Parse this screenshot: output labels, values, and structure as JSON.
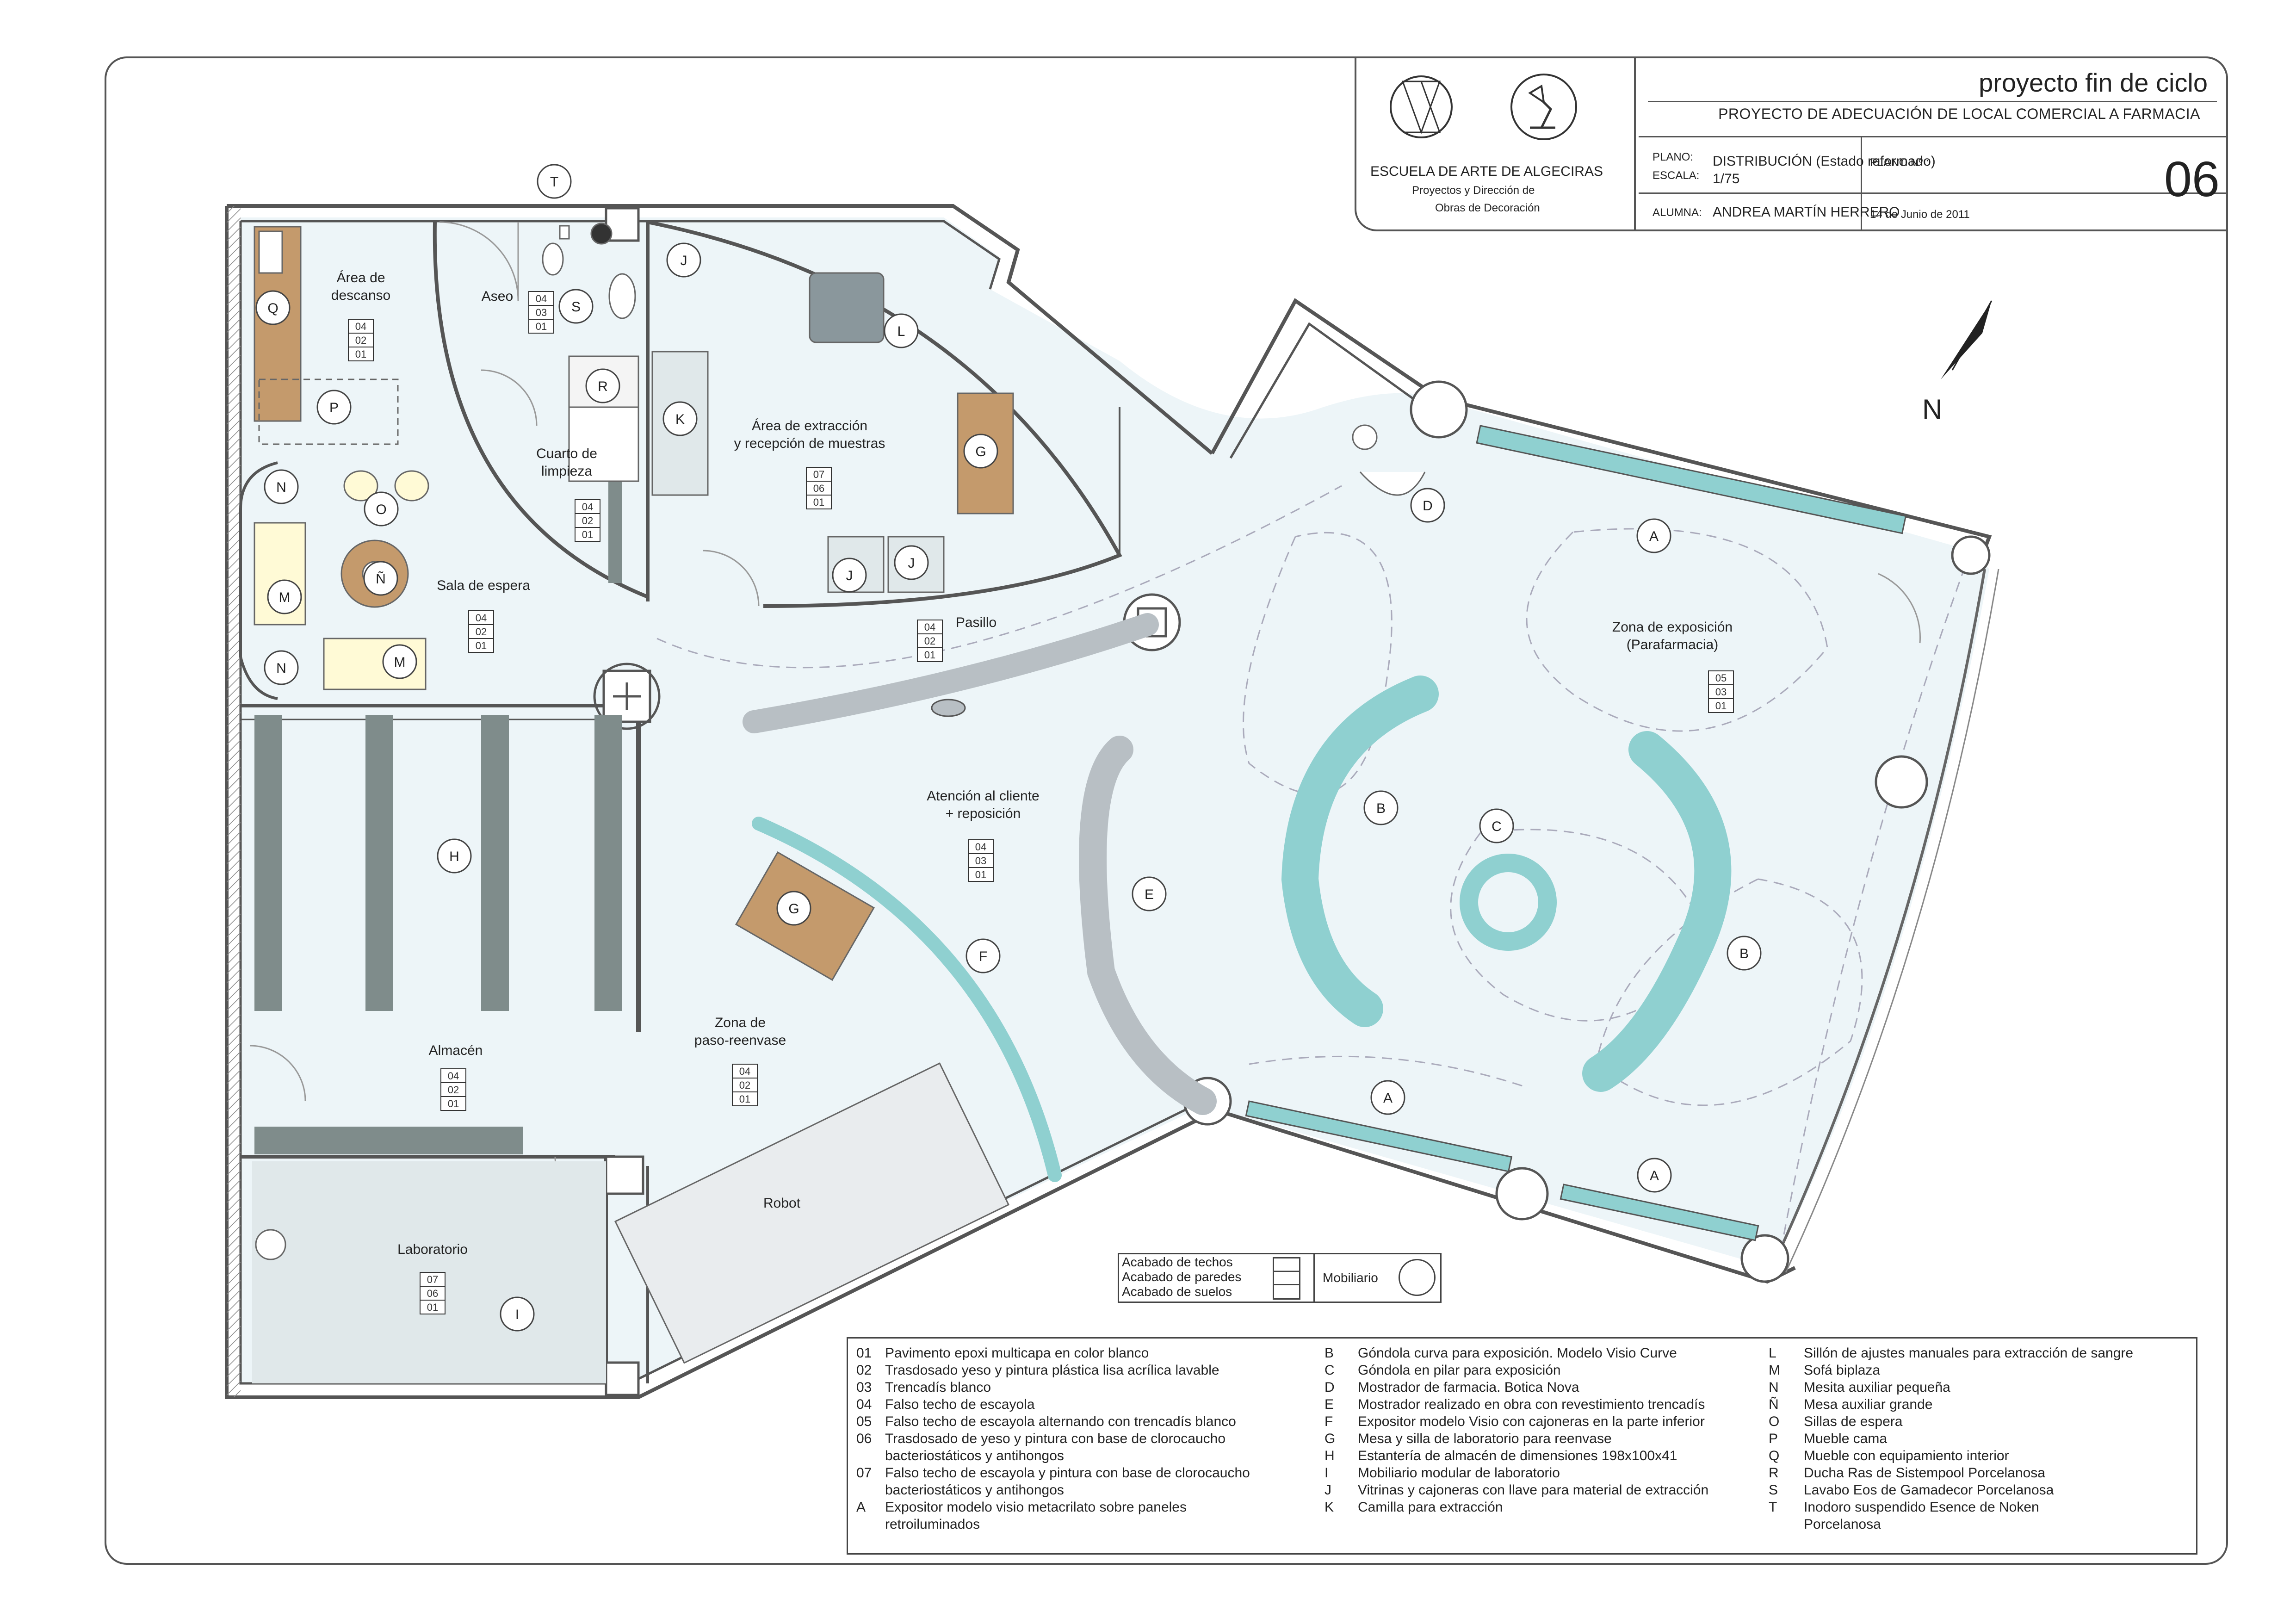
{
  "titleblock": {
    "project_title": "proyecto fin de ciclo",
    "project_subtitle": "PROYECTO DE ADECUACIÓN DE LOCAL COMERCIAL A FARMACIA",
    "school_name": "ESCUELA DE ARTE DE ALGECIRAS",
    "school_line2": "Proyectos y Dirección de",
    "school_line3": "Obras de Decoración",
    "plano_label": "PLANO:",
    "plano_value": "DISTRIBUCIÓN (Estado reformado)",
    "escala_label": "ESCALA:",
    "escala_value": "1/75",
    "alumna_label": "ALUMNA:",
    "alumna_value": "ANDREA MARTÍN HERRERO",
    "plano_no_label": "PLANO Nº :",
    "plano_no_value": "06",
    "date": "14 de Junio de 2011"
  },
  "north": {
    "label": "N"
  },
  "rooms": [
    {
      "id": "descanso",
      "lines": [
        "Área de",
        "descanso"
      ],
      "codes": [
        "04",
        "02",
        "01"
      ]
    },
    {
      "id": "aseo",
      "lines": [
        "Aseo"
      ],
      "codes": [
        "04",
        "03",
        "01"
      ]
    },
    {
      "id": "limpieza",
      "lines": [
        "Cuarto de",
        "limpieza"
      ],
      "codes": [
        "04",
        "02",
        "01"
      ]
    },
    {
      "id": "extraccion",
      "lines": [
        "Área de extracción",
        "y recepción de muestras"
      ],
      "codes": [
        "07",
        "06",
        "01"
      ]
    },
    {
      "id": "espera",
      "lines": [
        "Sala de espera"
      ],
      "codes": [
        "04",
        "02",
        "01"
      ]
    },
    {
      "id": "pasillo",
      "lines": [
        "Pasillo"
      ],
      "codes": [
        "04",
        "02",
        "01"
      ]
    },
    {
      "id": "exposicion",
      "lines": [
        "Zona de exposición",
        "(Parafarmacia)"
      ],
      "codes": [
        "05",
        "03",
        "01"
      ]
    },
    {
      "id": "atencion",
      "lines": [
        "Atención al cliente",
        "+ reposición"
      ],
      "codes": [
        "04",
        "03",
        "01"
      ]
    },
    {
      "id": "almacen",
      "lines": [
        "Almacén"
      ],
      "codes": [
        "04",
        "02",
        "01"
      ]
    },
    {
      "id": "paso",
      "lines": [
        "Zona de",
        "paso-reenvase"
      ],
      "codes": [
        "04",
        "02",
        "01"
      ]
    },
    {
      "id": "laboratorio",
      "lines": [
        "Laboratorio"
      ],
      "codes": [
        "07",
        "06",
        "01"
      ]
    },
    {
      "id": "robot",
      "lines": [
        "Robot"
      ],
      "codes": []
    }
  ],
  "markers": [
    "T",
    "Q",
    "P",
    "S",
    "R",
    "J",
    "L",
    "K",
    "G",
    "N",
    "O",
    "Ñ",
    "M",
    "D",
    "A",
    "H",
    "B",
    "C",
    "E",
    "F",
    "I"
  ],
  "key": {
    "techos": "Acabado de techos",
    "paredes": "Acabado de paredes",
    "suelos": "Acabado de suelos",
    "mobiliario": "Mobiliario"
  },
  "legend": {
    "col1": [
      {
        "code": "01",
        "text": "Pavimento epoxi multicapa en color blanco"
      },
      {
        "code": "02",
        "text": "Trasdosado yeso y pintura plástica lisa acrílica lavable"
      },
      {
        "code": "03",
        "text": "Trencadís blanco"
      },
      {
        "code": "04",
        "text": "Falso techo de escayola"
      },
      {
        "code": "05",
        "text": "Falso techo de escayola alternando con trencadís blanco"
      },
      {
        "code": "06",
        "text": "Trasdosado de yeso y pintura con base de clorocaucho"
      },
      {
        "code": "",
        "text": "bacteriostáticos y antihongos"
      },
      {
        "code": "07",
        "text": "Falso techo de escayola y pintura con base de clorocaucho"
      },
      {
        "code": "",
        "text": "bacteriostáticos y antihongos"
      },
      {
        "code": "A",
        "text": "Expositor modelo visio metacrilato sobre paneles"
      },
      {
        "code": "",
        "text": "retroiluminados"
      }
    ],
    "col2": [
      {
        "code": "B",
        "text": "Góndola curva para exposición. Modelo Visio Curve"
      },
      {
        "code": "C",
        "text": "Góndola en pilar para exposición"
      },
      {
        "code": "D",
        "text": "Mostrador de farmacia. Botica Nova"
      },
      {
        "code": "E",
        "text": "Mostrador realizado en obra con revestimiento trencadís"
      },
      {
        "code": "F",
        "text": "Expositor modelo Visio con cajoneras en la parte inferior"
      },
      {
        "code": "G",
        "text": "Mesa y silla de laboratorio para reenvase"
      },
      {
        "code": "H",
        "text": "Estantería de almacén de dimensiones 198x100x41"
      },
      {
        "code": "I",
        "text": "Mobiliario modular de laboratorio"
      },
      {
        "code": "J",
        "text": "Vitrinas y cajoneras con llave para material de extracción"
      },
      {
        "code": "K",
        "text": "Camilla para extracción"
      }
    ],
    "col3": [
      {
        "code": "L",
        "text": "Sillón de ajustes manuales para extracción de sangre"
      },
      {
        "code": "M",
        "text": "Sofá biplaza"
      },
      {
        "code": "N",
        "text": "Mesita auxiliar pequeña"
      },
      {
        "code": "Ñ",
        "text": "Mesa auxiliar grande"
      },
      {
        "code": "O",
        "text": "Sillas de espera"
      },
      {
        "code": "P",
        "text": "Mueble cama"
      },
      {
        "code": "Q",
        "text": "Mueble con equipamiento interior"
      },
      {
        "code": "R",
        "text": "Ducha Ras de Sistempool Porcelanosa"
      },
      {
        "code": "S",
        "text": "Lavabo Eos de Gamadecor Porcelanosa"
      },
      {
        "code": "T",
        "text": "Inodoro suspendido Esence de Noken"
      },
      {
        "code": "",
        "text": "Porcelanosa"
      }
    ]
  }
}
